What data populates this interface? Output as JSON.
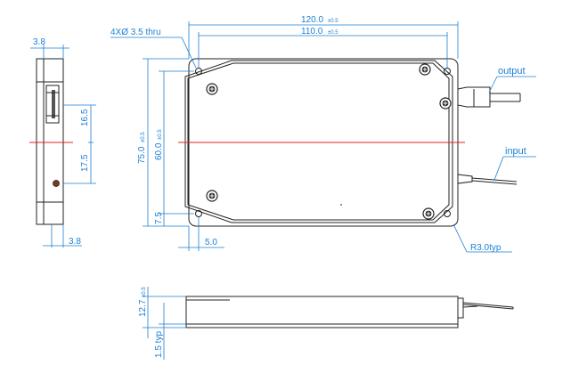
{
  "dimensions": {
    "holes": "4XØ 3.5 thru",
    "overall_length": "120.0",
    "overall_length_tol": "±0.5",
    "hole_span_length": "110.0",
    "hole_span_length_tol": "±0.5",
    "overall_width": "75.0",
    "overall_width_tol": "±0.5",
    "hole_span_width": "60.0",
    "hole_span_width_tol": "±0.5",
    "hole_offset_y": "7.5",
    "hole_offset_x": "5.0",
    "corner_radius": "R3.0typ",
    "side_top_thickness": "3.8",
    "side_bottom_thickness": "3.8",
    "side_upper_offset": "16.5",
    "side_lower_offset": "17.5",
    "height": "12.7",
    "height_tol": "±0.5",
    "flange_thickness": "1.5 typ"
  },
  "labels": {
    "output": "output",
    "input": "input"
  },
  "colors": {
    "dimension": "#1a7fd4",
    "centerline": "#e0241b",
    "outline": "#222222"
  }
}
